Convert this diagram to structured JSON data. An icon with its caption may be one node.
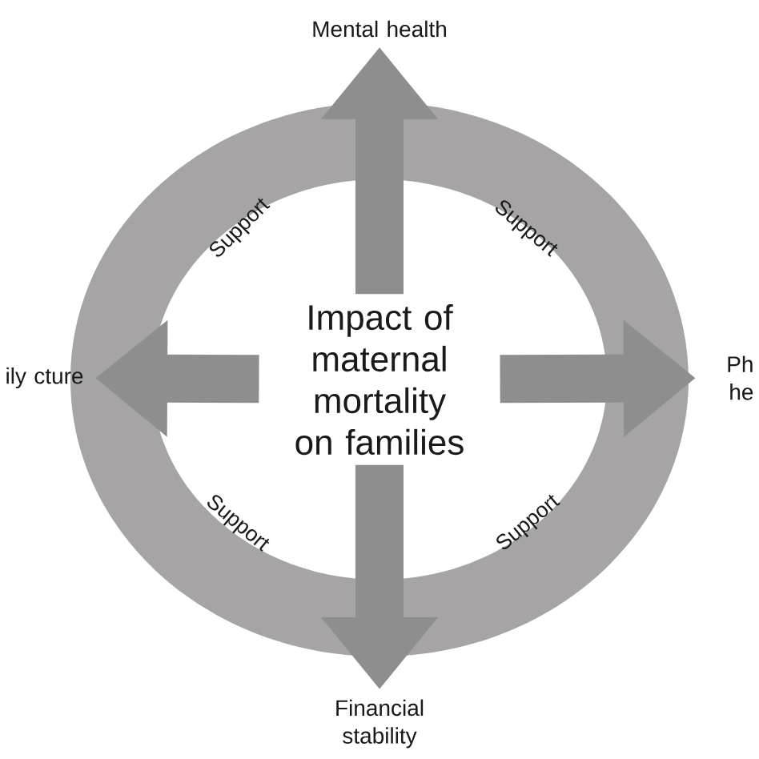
{
  "diagram": {
    "nodes": [
      {
        "text": [
          "Impact of maternal mortality on families"
        ]
      },
      {
        "text": [
          "Mental health"
        ]
      },
      {
        "text": [
          "Ph he"
        ]
      },
      {
        "text": [
          "Financial stability"
        ]
      },
      {
        "text": [
          "ily cture"
        ]
      }
    ],
    "edges": [
      {
        "from": 0,
        "to": 1,
        "arrow": "to"
      },
      {
        "from": 0,
        "to": 2,
        "arrow": "to"
      },
      {
        "from": 0,
        "to": 3,
        "arrow": "to"
      },
      {
        "from": 0,
        "to": 4,
        "arrow": "to"
      }
    ],
    "labels": [
      "Support",
      "Support",
      "Support",
      "Support"
    ]
  }
}
